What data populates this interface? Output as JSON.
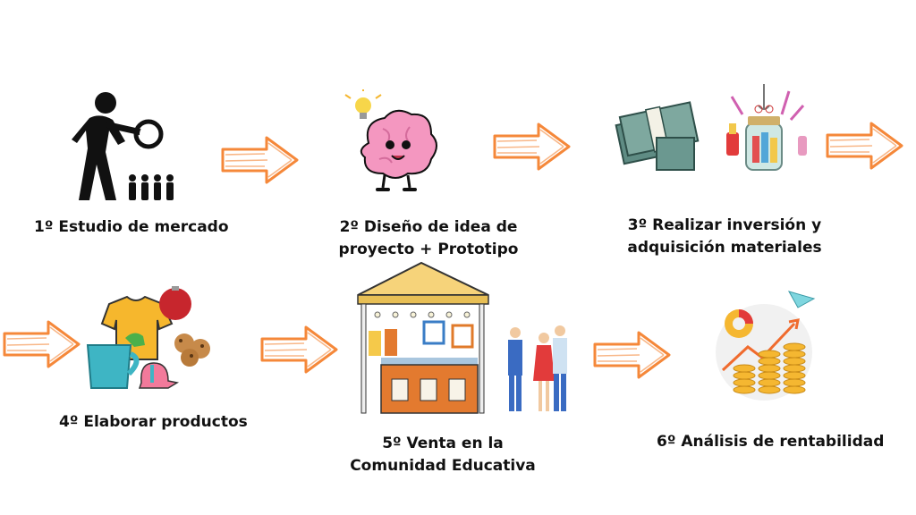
{
  "steps": [
    {
      "lines": [
        "1º Estudio de mercado"
      ],
      "icon": "market-research-icon"
    },
    {
      "lines": [
        "2º Diseño de idea de",
        "proyecto + Prototipo"
      ],
      "icon": "brain-idea-icon"
    },
    {
      "lines": [
        "3º Realizar inversión y",
        "adquisición materiales"
      ],
      "icon": "money-and-craft-supplies-icon"
    },
    {
      "lines": [
        "4º Elaborar productos"
      ],
      "icon": "products-icon"
    },
    {
      "lines": [
        "5º Venta en la",
        "Comunidad Educativa"
      ],
      "icon": "market-stall-icon"
    },
    {
      "lines": [
        "6º Análisis de rentabilidad"
      ],
      "icon": "profitability-icon"
    }
  ],
  "colors": {
    "arrow": "#f5883a",
    "text": "#111111",
    "brain": "#f497c0",
    "money": "#5f8c84",
    "awning": "#f6d37a",
    "coin": "#f5b731"
  }
}
